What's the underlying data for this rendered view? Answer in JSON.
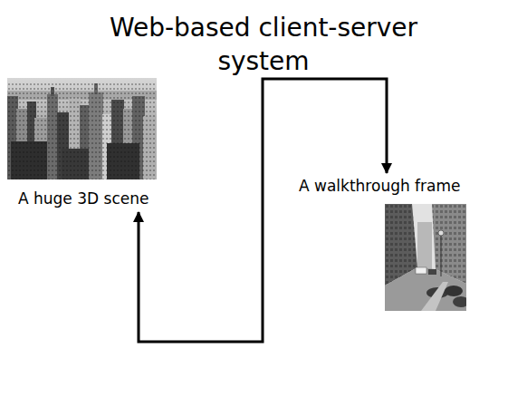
{
  "diagram": {
    "title": "Web-based client-server system",
    "nodes": [
      {
        "text": [
          "A huge 3D scene"
        ]
      },
      {
        "text": [
          "A walkthrough frame"
        ]
      }
    ],
    "edges": [
      {
        "from": 0,
        "to": 1,
        "arrow": "both"
      }
    ]
  }
}
